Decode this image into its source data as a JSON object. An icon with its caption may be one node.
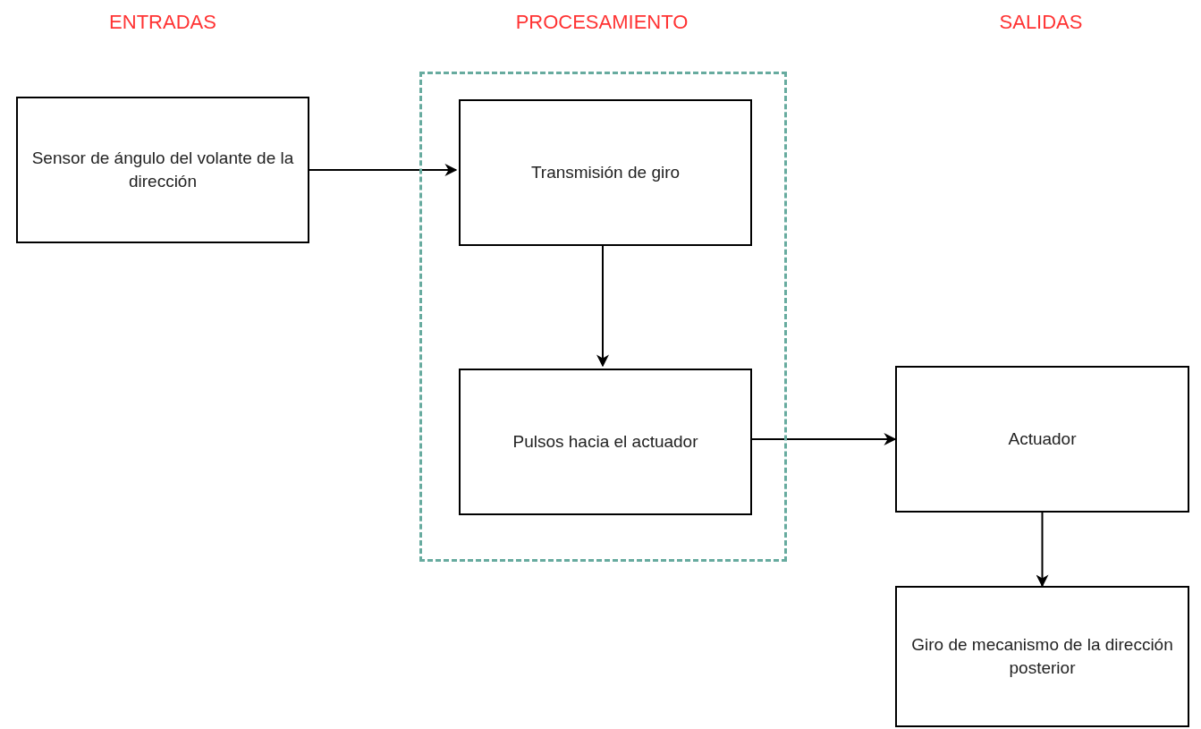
{
  "diagram": {
    "nodes": [
      {
        "text": [
          "Sensor de ángulo del volante de la dirección"
        ]
      },
      {
        "text": [],
        "shape": "box"
      },
      {
        "text": [
          "Transmisión de giro"
        ],
        "in": 1
      },
      {
        "text": [
          "Pulsos hacia el actuador"
        ],
        "in": 1
      },
      {
        "text": [
          "Actuador"
        ]
      },
      {
        "text": [
          "Giro de mecanismo de la dirección posterior"
        ]
      }
    ],
    "edges": [
      {
        "from": 0,
        "to": 2,
        "arrow": "to"
      },
      {
        "from": 2,
        "to": 3,
        "arrow": "to"
      },
      {
        "from": 3,
        "to": 4,
        "arrow": "to"
      },
      {
        "from": 4,
        "to": 5,
        "arrow": "to"
      }
    ],
    "labels": [
      "ENTRADAS",
      "PROCESAMIENTO",
      "SALIDAS"
    ]
  }
}
